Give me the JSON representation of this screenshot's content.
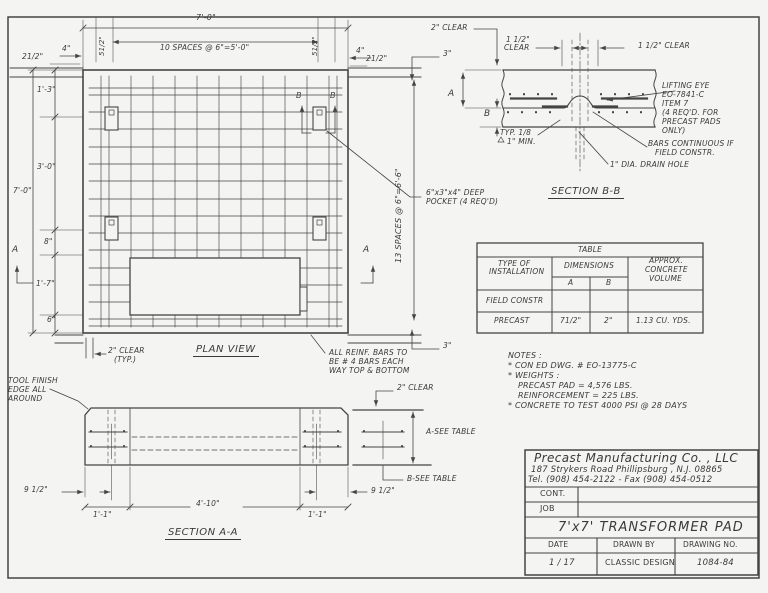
{
  "sheet": {
    "plan": {
      "title": "PLAN VIEW",
      "top_overall": "7'-0\"",
      "top_spaces": "10 SPACES @ 6\"=5'-0\"",
      "left_4": "4\"",
      "right_4": "4\"",
      "left_5half": "51/2\"",
      "right_5half": "51/2\"",
      "left_2half": "21/2\"",
      "right_2half": "21/2\"",
      "left_d1": "1'-3\"",
      "left_d2": "3'-0\"",
      "left_overall": "7'-0\"",
      "left_d3": "8\"",
      "left_d4": "1'-7\"",
      "left_d5": "6\"",
      "section_a_left": "A",
      "section_a_right": "A",
      "right_spaces": "13 SPACES @ 6\"=6'-6\"",
      "top_3": "3\"",
      "bottom_3": "3\"",
      "b_left": "B",
      "b_right": "B",
      "clear_note1": "2\" CLEAR",
      "clear_note2": "(TYP.)",
      "pocket_note1": "6\"x3\"x4\" DEEP",
      "pocket_note2": "POCKET (4 REQ'D)",
      "reinf1": "ALL REINF. BARS TO",
      "reinf2": "BE # 4 BARS EACH",
      "reinf3": "WAY TOP & BOTTOM"
    },
    "section_bb": {
      "title": "SECTION B-B",
      "clear_top": "2\" CLEAR",
      "clear_left1": "1 1/2\"",
      "clear_left2": "CLEAR",
      "clear_right": "1 1/2\" CLEAR",
      "dim_a": "A",
      "dim_b": "B",
      "weld1": "TYP. 1/8",
      "weld2": "1\" MIN.",
      "lifting": [
        "LIFTING EYE",
        "EO-7841-C",
        "ITEM 7",
        "(4 REQ'D. FOR",
        "PRECAST PADS",
        "ONLY)"
      ],
      "bars1": "BARS CONTINUOUS IF",
      "bars2": "FIELD CONSTR.",
      "drain": "1\" DIA. DRAIN HOLE"
    },
    "table": {
      "title": "TABLE",
      "type1": "TYPE OF",
      "type2": "INSTALLATION",
      "dims": "DIMENSIONS",
      "a": "A",
      "b": "B",
      "vol1": "APPROX.",
      "vol2": "CONCRETE",
      "vol3": "VOLUME",
      "row1_type": "FIELD CONSTR",
      "row2_type": "PRECAST",
      "row2_a": "71/2\"",
      "row2_b": "2\"",
      "row2_vol": "1.13 CU. YDS."
    },
    "notes": {
      "heading": "NOTES :",
      "n1": "* CON ED DWG. # EO-13775-C",
      "n2": "* WEIGHTS :",
      "n3": "PRECAST PAD = 4,576 LBS.",
      "n4": "REINFORCEMENT = 225 LBS.",
      "n5": "* CONCRETE TO TEST 4000 PSI @ 28 DAYS"
    },
    "section_aa": {
      "title": "SECTION A-A",
      "tool1": "TOOL FINISH",
      "tool2": "EDGE ALL",
      "tool3": "AROUND",
      "clear": "2\" CLEAR",
      "a_see": "A-SEE TABLE",
      "b_see": "B-SEE TABLE",
      "left_9half": "9 1/2\"",
      "right_9half": "9 1/2\"",
      "left_11": "1'-1\"",
      "right_11": "1'-1\"",
      "mid": "4'-10\""
    },
    "title_block": {
      "company": "Precast Manufacturing Co. , LLC",
      "address": "187 Strykers Road Phillipsburg , N.J. 08865",
      "phone": "Tel. (908) 454-2122 - Fax (908) 454-0512",
      "cont_label": "CONT.",
      "job_label": "JOB",
      "drawing_title": "7'x7' TRANSFORMER PAD",
      "date_label": "DATE",
      "drawn_label": "DRAWN BY",
      "number_label": "DRAWING NO.",
      "date_value": "1 / 17",
      "drawn_value": "CLASSIC DESIGN",
      "number_value": "1084-84"
    }
  }
}
